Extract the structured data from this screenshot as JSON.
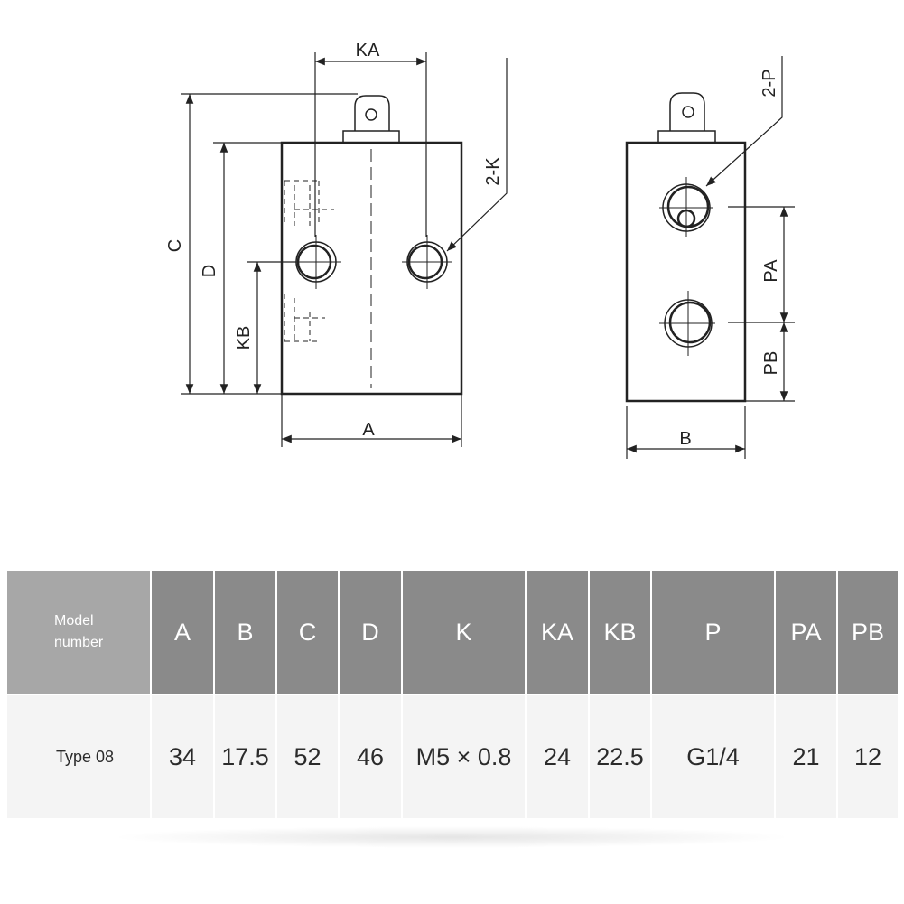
{
  "drawing": {
    "front_view_labels": {
      "KA": "KA",
      "C": "C",
      "D": "D",
      "KB": "KB",
      "A": "A",
      "K": "2-K"
    },
    "side_view_labels": {
      "P": "2-P",
      "PA": "PA",
      "PB": "PB",
      "B": "B"
    }
  },
  "table": {
    "headers": [
      "Model\nnumber",
      "A",
      "B",
      "C",
      "D",
      "K",
      "KA",
      "KB",
      "P",
      "PA",
      "PB"
    ],
    "rows": [
      [
        "Type 08",
        "34",
        "17.5",
        "52",
        "46",
        "M5 × 0.8",
        "24",
        "22.5",
        "G1/4",
        "21",
        "12"
      ]
    ]
  }
}
